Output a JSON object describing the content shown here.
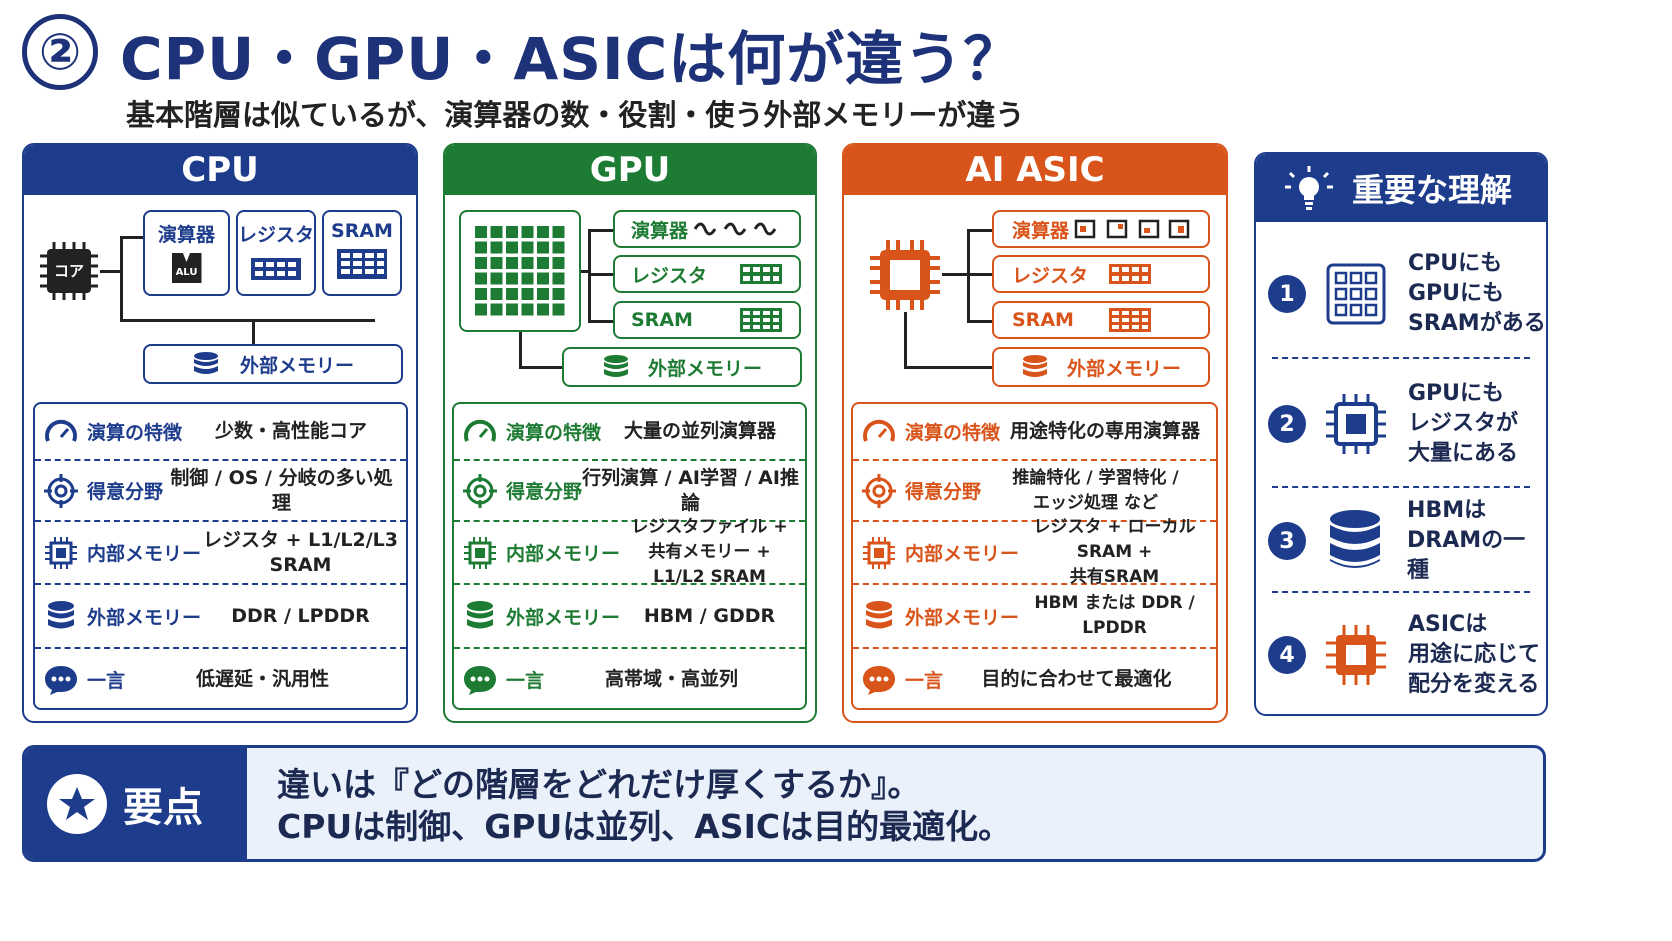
{
  "header": {
    "number": "②",
    "title": "CPU・GPU・ASICは何が違う？",
    "subtitle": "基本階層は似ているが、演算器の数・役割・使う外部メモリーが違う"
  },
  "cpu": {
    "title": "CPU",
    "core_label": "コア",
    "alu_label": "ALU",
    "blocks": [
      "演算器",
      "レジスタ",
      "SRAM"
    ],
    "ext_mem": "外部メモリー",
    "rows": [
      {
        "label": "演算の特徴",
        "value": "少数・高性能コア"
      },
      {
        "label": "得意分野",
        "value": "制御 / OS / 分岐の多い処理"
      },
      {
        "label": "内部メモリー",
        "value": "レジスタ + L1/L2/L3 SRAM"
      },
      {
        "label": "外部メモリー",
        "value": "DDR / LPDDR"
      },
      {
        "label": "一言",
        "value": "低遅延・汎用性"
      }
    ]
  },
  "gpu": {
    "title": "GPU",
    "blocks": [
      "演算器",
      "レジスタ",
      "SRAM"
    ],
    "ext_mem": "外部メモリー",
    "rows": [
      {
        "label": "演算の特徴",
        "value": "大量の並列演算器"
      },
      {
        "label": "得意分野",
        "value": "行列演算 / AI学習 / AI推論"
      },
      {
        "label": "内部メモリー",
        "value": "レジスタファイル +",
        "value2": "共有メモリー + L1/L2 SRAM"
      },
      {
        "label": "外部メモリー",
        "value": "HBM / GDDR"
      },
      {
        "label": "一言",
        "value": "高帯域・高並列"
      }
    ]
  },
  "asic": {
    "title": "AI ASIC",
    "blocks": [
      "演算器",
      "レジスタ",
      "SRAM"
    ],
    "ext_mem": "外部メモリー",
    "rows": [
      {
        "label": "演算の特徴",
        "value": "用途特化の専用演算器"
      },
      {
        "label": "得意分野",
        "value": "推論特化 / 学習特化 /",
        "value2": "エッジ処理 など"
      },
      {
        "label": "内部メモリー",
        "value": "レジスタ + ローカルSRAM +",
        "value2": "共有SRAM"
      },
      {
        "label": "外部メモリー",
        "value": "HBM または DDR / LPDDR"
      },
      {
        "label": "一言",
        "value": "目的に合わせて最適化"
      }
    ]
  },
  "understanding": {
    "title": "重要な理解",
    "items": [
      {
        "num": "1",
        "lines": [
          "CPUにも",
          "GPUにも",
          "SRAMがある"
        ]
      },
      {
        "num": "2",
        "lines": [
          "GPUにも",
          "レジスタが",
          "大量にある"
        ]
      },
      {
        "num": "3",
        "lines": [
          "HBMは",
          "DRAMの一種"
        ]
      },
      {
        "num": "4",
        "lines": [
          "ASICは",
          "用途に応じて",
          "配分を変える"
        ]
      }
    ]
  },
  "summary": {
    "label": "要点",
    "line1": "違いは『どの階層をどれだけ厚くするか』。",
    "line2": "CPUは制御、GPUは並列、ASICは目的最適化。"
  },
  "colors": {
    "navy": "#1d3c8c",
    "green": "#1e7b33",
    "orange": "#d9541a"
  }
}
